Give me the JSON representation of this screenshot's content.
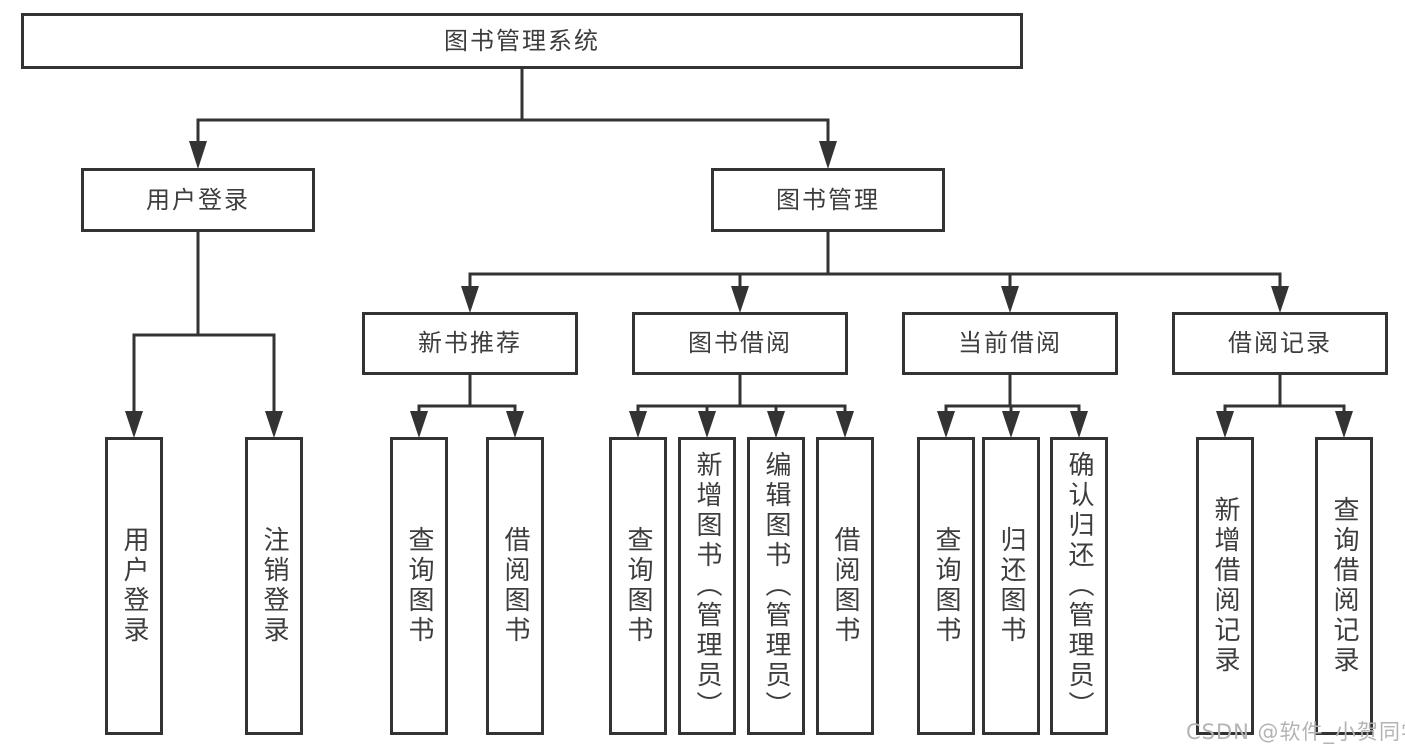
{
  "diagram": {
    "root_label": "图书管理系统",
    "level2": [
      "用户登录",
      "图书管理"
    ],
    "level3": [
      "新书推荐",
      "图书借阅",
      "当前借阅",
      "借阅记录"
    ],
    "leaves": {
      "user_login": [
        "用户登录",
        "注销登录"
      ],
      "new_book_rec": [
        "查询图书",
        "借阅图书"
      ],
      "book_borrow": [
        "查询图书",
        "新增图书（管理员）",
        "编辑图书（管理员）",
        "借阅图书"
      ],
      "current_borrow": [
        "查询图书",
        "归还图书",
        "确认归还（管理员）"
      ],
      "borrow_records": [
        "新增借阅记录",
        "查询借阅记录"
      ]
    }
  },
  "watermark": "CSDN @软件_小贺同学",
  "colors": {
    "line": "#333333",
    "text": "#3d3d3d",
    "background": "#ffffff",
    "watermark": "#b4b4b4"
  }
}
